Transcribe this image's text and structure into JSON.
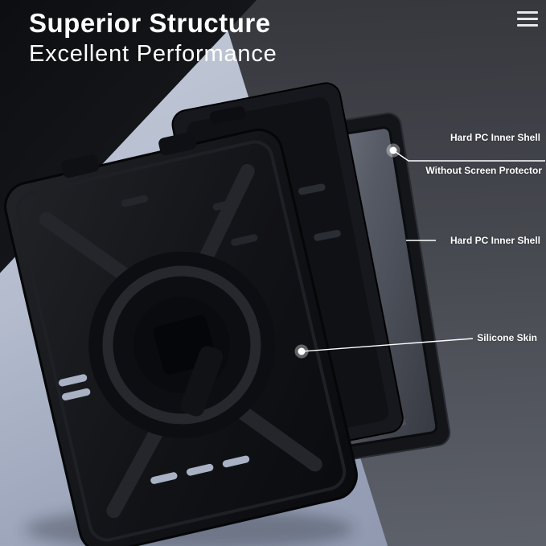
{
  "header": {
    "title_line1": "Superior Structure",
    "title_line2": "Excellent Performance"
  },
  "callouts": {
    "top_shell": {
      "label": "Hard PC Inner Shell"
    },
    "screen_note": {
      "label": "Without Screen Protector"
    },
    "mid_shell": {
      "label": "Hard PC Inner Shell"
    },
    "silicone": {
      "label": "Silicone Skin"
    }
  },
  "icons": {
    "menu": "hamburger-menu-icon"
  },
  "colors": {
    "title_text": "#ffffff",
    "label_text": "#ffffff",
    "callout_line": "#ffffff",
    "background_light": "#b3bbcd",
    "background_dark_top": "#1a1b1f",
    "background_dark_right": "#4a4c53",
    "case_black": "#121317",
    "screen_gray": "#5c616c"
  }
}
